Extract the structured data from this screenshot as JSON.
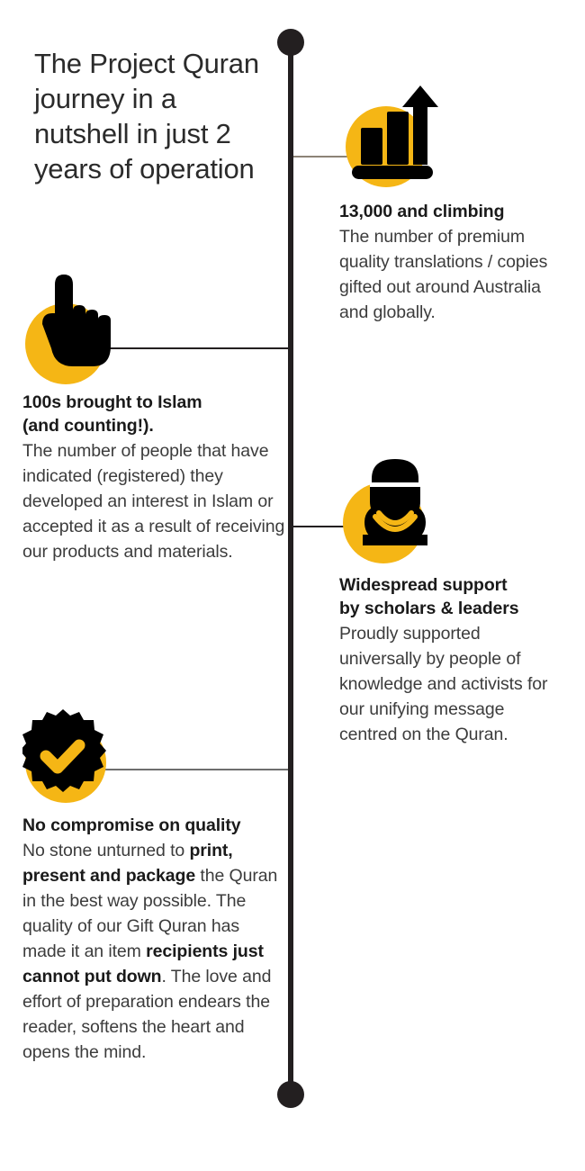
{
  "page": {
    "title": "The Project Quran journey in a nutshell in just 2 years of operation",
    "accent_color": "#F5B615",
    "ink_color": "#231f20",
    "background_color": "#ffffff"
  },
  "timeline": {
    "top_dot_label": "timeline-start",
    "bottom_dot_label": "timeline-end"
  },
  "items": [
    {
      "icon": "bar-chart-growth-icon",
      "side": "right",
      "heading": "13,000 and climbing",
      "body": "The number of premium quality translations / copies gifted out around Australia and globally."
    },
    {
      "icon": "pointing-hand-icon",
      "side": "left",
      "heading_line1": "100s brought to Islam",
      "heading_line2": "(and counting!).",
      "body": "The number of people that have indicated (registered) they developed an interest in Islam or accepted it as a result of receiving our products and materials."
    },
    {
      "icon": "scholar-person-icon",
      "side": "right",
      "heading_line1": "Widespread support",
      "heading_line2": "by scholars & leaders",
      "body": "Proudly supported universally by people of knowledge and activists for our unifying message centred on the Quran."
    },
    {
      "icon": "quality-badge-check-icon",
      "side": "left",
      "heading": "No compromise on quality",
      "body_part_1": "No stone unturned to ",
      "body_bold_1": "print, present and package",
      "body_part_2": " the Quran in the best way possible. The quality of our Gift Quran has made it an item ",
      "body_bold_2": "recipients just cannot put down",
      "body_part_3": ". The love and effort of preparation endears the reader, softens the heart and opens the mind."
    }
  ]
}
